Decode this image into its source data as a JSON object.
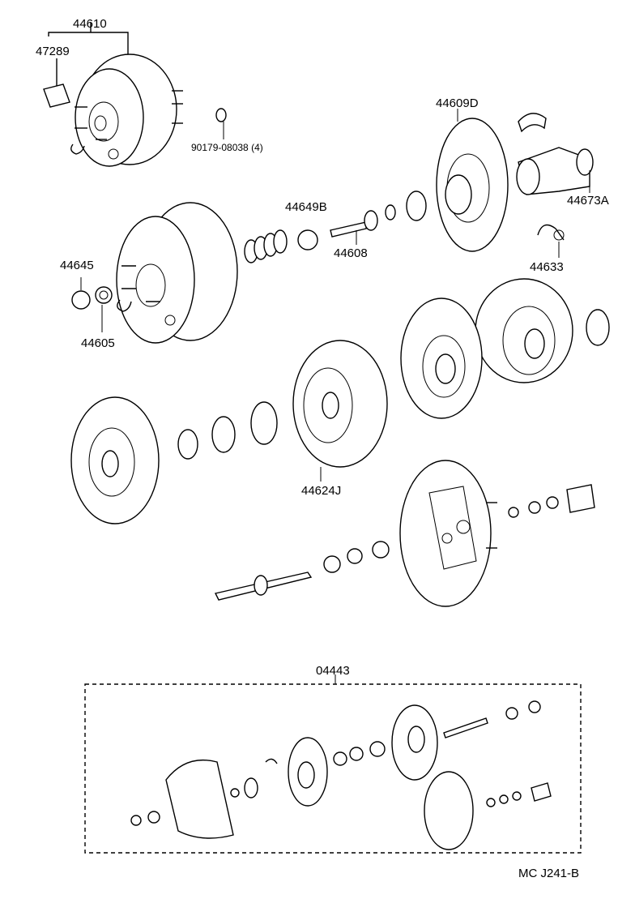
{
  "parts": {
    "p44610": "44610",
    "p47289": "47289",
    "p90179": "90179-08038 (4)",
    "p44609D": "44609D",
    "p44673A": "44673A",
    "p44649B": "44649B",
    "p44608": "44608",
    "p44633": "44633",
    "p44645": "44645",
    "p44605": "44605",
    "p44624J": "44624J",
    "p04443": "04443"
  },
  "footer": {
    "code": "MC  J241-B"
  }
}
